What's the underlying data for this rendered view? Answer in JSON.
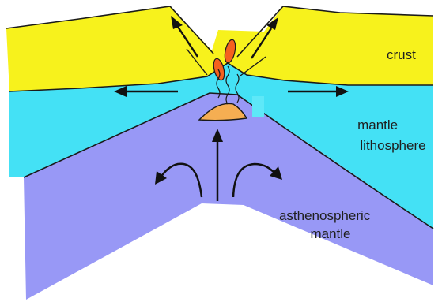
{
  "labels": {
    "crust": "crust",
    "mantle_lithosphere": [
      "mantle",
      "lithosphere"
    ],
    "asthenospheric_mantle": [
      "asthenospheric",
      "mantle"
    ]
  },
  "colors": {
    "crust": "#f7f21c",
    "mantle_lithosphere": "#44e1f5",
    "asthenospheric_mantle": "#9898f6",
    "magma_chamber": "#f5ae52",
    "magma_dike": "#f5611e",
    "outline": "#1a1a1a",
    "arrow": "#111111"
  }
}
